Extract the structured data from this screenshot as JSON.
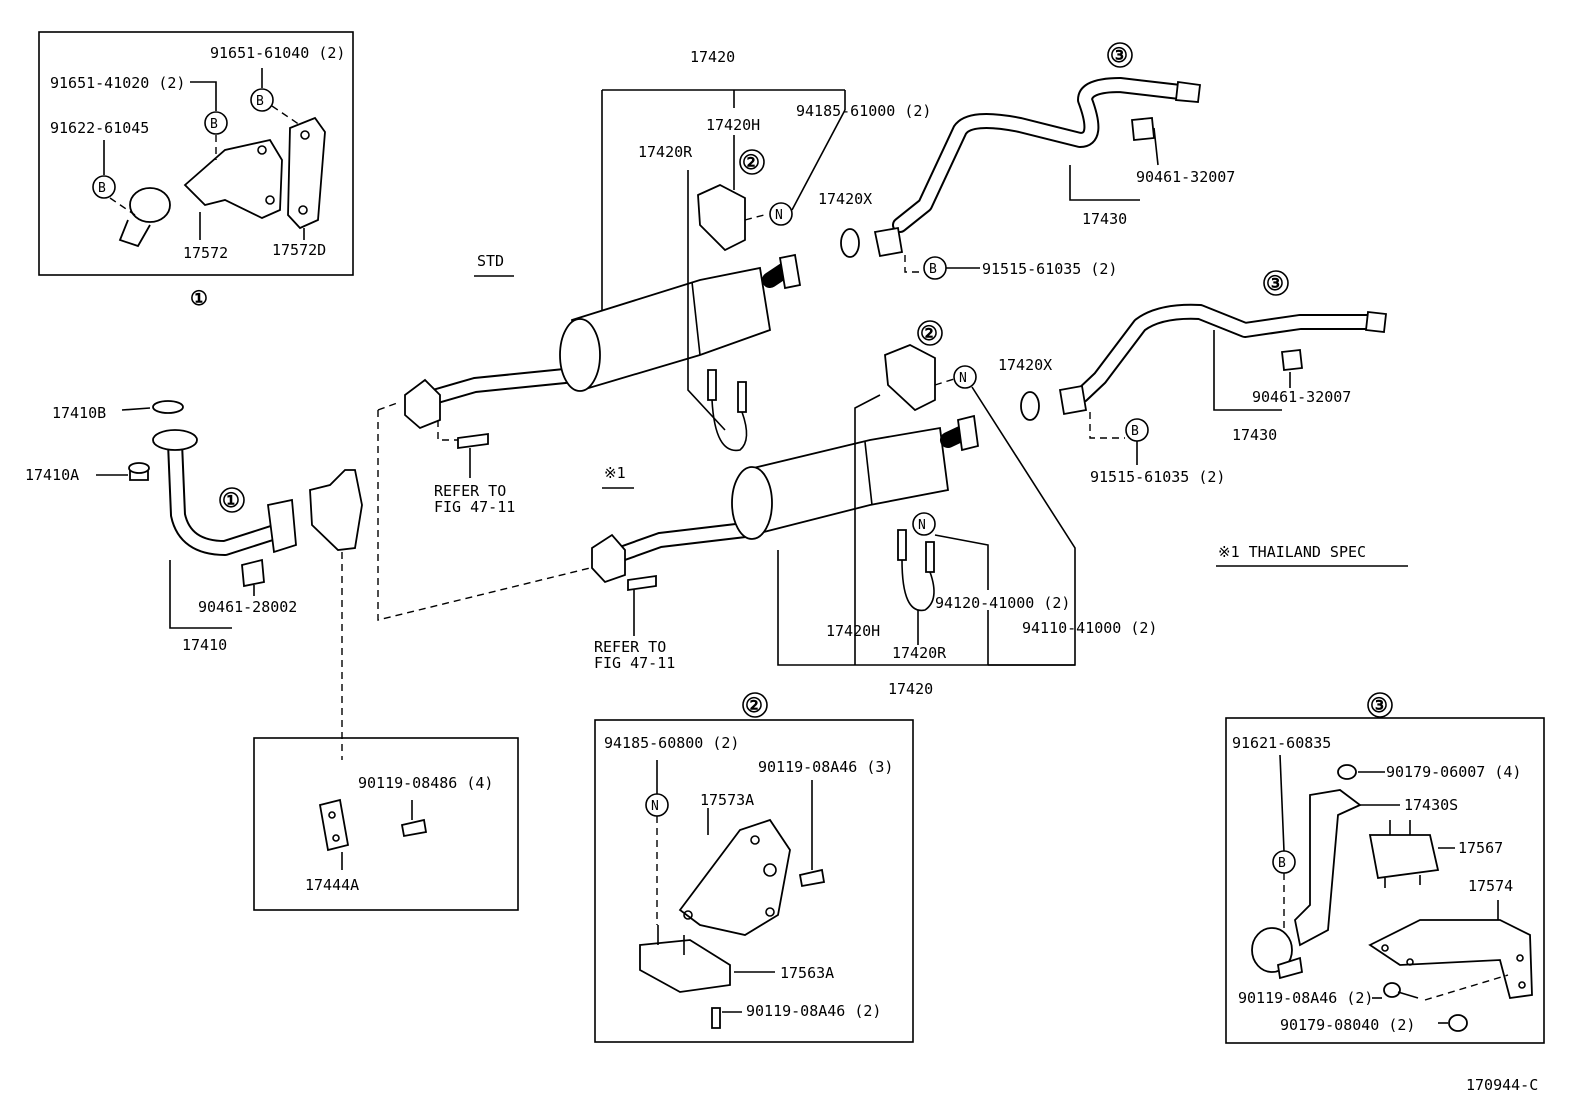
{
  "labels": {
    "p91651_61040": "91651-61040 (2)",
    "p91651_41020": "91651-41020 (2)",
    "p91622_61045": "91622-61045",
    "p17572": "17572",
    "p17572D": "17572D",
    "box1_marker": "①",
    "p17420_top": "17420",
    "p17420H_top": "17420H",
    "p17420R_top": "17420R",
    "p94185_61000": "94185-61000 (2)",
    "marker2_top": "②",
    "marker3_top": "③",
    "p90461_32007_top": "90461-32007",
    "p17430_top": "17430",
    "p17420X_top": "17420X",
    "p91515_61035_top": "91515-61035 (2)",
    "std": "STD",
    "marker2_mid": "②",
    "marker3_mid": "③",
    "p17420X_mid": "17420X",
    "p90461_32007_mid": "90461-32007",
    "p17430_mid": "17430",
    "p91515_61035_mid": "91515-61035 (2)",
    "p17410B": "17410B",
    "p17410A": "17410A",
    "marker1_pipe": "①",
    "p90461_28002": "90461-28002",
    "p17410": "17410",
    "refer1_line1": "REFER TO",
    "refer1_line2": "FIG 47-11",
    "thai_mark": "※1",
    "thai_spec": "※1 THAILAND SPEC",
    "p94120_41000": "94120-41000 (2)",
    "p94110_41000": "94110-41000 (2)",
    "p17420H_bot": "17420H",
    "p17420R_bot": "17420R",
    "p17420_bot": "17420",
    "refer2_line1": "REFER TO",
    "refer2_line2": "FIG 47-11",
    "p90119_08486": "90119-08486 (4)",
    "p17444A": "17444A",
    "box2_marker": "②",
    "p94185_60800": "94185-60800 (2)",
    "p90119_08A46_3": "90119-08A46 (3)",
    "p17573A": "17573A",
    "p17563A": "17563A",
    "p90119_08A46_2a": "90119-08A46 (2)",
    "box3_marker": "③",
    "p91621_60835": "91621-60835",
    "p90179_06007": "90179-06007 (4)",
    "p17430S": "17430S",
    "p17567": "17567",
    "p17574": "17574",
    "p90119_08A46_2b": "90119-08A46 (2)",
    "p90179_08040": "90179-08040 (2)",
    "figure_code": "170944-C"
  },
  "symbols": {
    "b": "B",
    "n": "N"
  }
}
